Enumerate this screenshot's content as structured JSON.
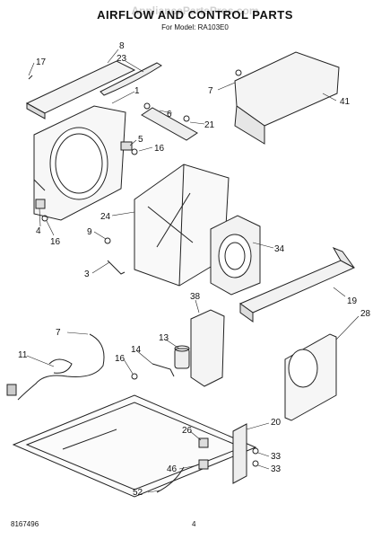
{
  "header": {
    "title": "AIRFLOW AND CONTROL PARTS",
    "subtitle": "For Model: RA103E0",
    "watermark": "AppliancePartsPros.com"
  },
  "footer": {
    "doc_number": "8167496",
    "page_number": "4"
  },
  "part_labels": [
    "17",
    "8",
    "23",
    "1",
    "7",
    "41",
    "6",
    "21",
    "5",
    "16",
    "24",
    "9",
    "34",
    "3",
    "4",
    "16",
    "38",
    "19",
    "28",
    "7",
    "13",
    "14",
    "11",
    "16",
    "26",
    "20",
    "33",
    "46",
    "33",
    "52"
  ]
}
